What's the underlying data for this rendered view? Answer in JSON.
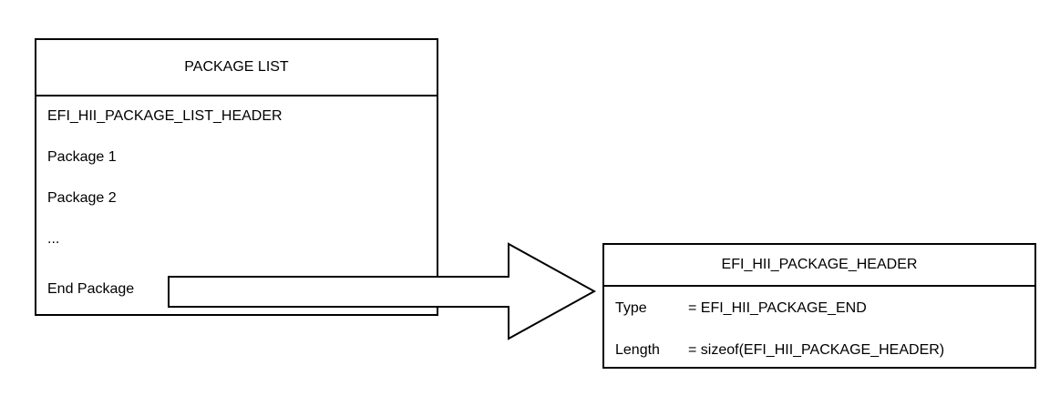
{
  "diagram": {
    "package_list_box": {
      "title": "PACKAGE LIST",
      "items": [
        "EFI_HII_PACKAGE_LIST_HEADER",
        "Package 1",
        "Package 2",
        "...",
        "End Package"
      ]
    },
    "package_header_box": {
      "title": "EFI_HII_PACKAGE_HEADER",
      "rows": [
        {
          "label": "Type",
          "value": "= EFI_HII_PACKAGE_END"
        },
        {
          "label": "Length",
          "value": "= sizeof(EFI_HII_PACKAGE_HEADER)"
        }
      ]
    },
    "arrow": "right-arrow from End Package to EFI_HII_PACKAGE_HEADER",
    "colors": {
      "line": "#000000",
      "background": "#ffffff"
    }
  }
}
